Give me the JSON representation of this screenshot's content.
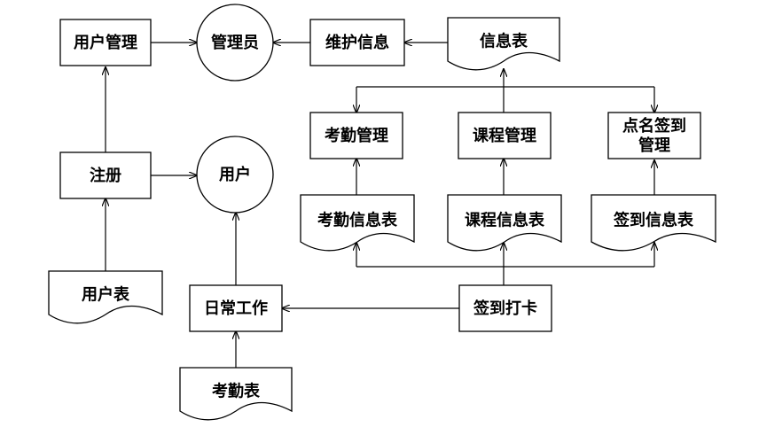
{
  "colors": {
    "stroke": "#000000",
    "background": "#ffffff"
  },
  "nodes": {
    "user_mgmt": {
      "shape": "box",
      "label": "用户管理"
    },
    "admin": {
      "shape": "circle",
      "label": "管理员"
    },
    "maintain_info": {
      "shape": "box",
      "label": "维护信息"
    },
    "info_table": {
      "shape": "document",
      "label": "信息表"
    },
    "attendance_mgmt": {
      "shape": "box",
      "label": "考勤管理"
    },
    "course_mgmt": {
      "shape": "box",
      "label": "课程管理"
    },
    "rollcall_mgmt": {
      "shape": "box",
      "label": "点名签到管理",
      "lines": [
        "点名签到",
        "管理"
      ]
    },
    "register": {
      "shape": "box",
      "label": "注册"
    },
    "user": {
      "shape": "circle",
      "label": "用户"
    },
    "attendance_info": {
      "shape": "document",
      "label": "考勤信息表"
    },
    "course_info": {
      "shape": "document",
      "label": "课程信息表"
    },
    "checkin_info": {
      "shape": "document",
      "label": "签到信息表"
    },
    "user_table": {
      "shape": "document",
      "label": "用户表"
    },
    "daily_work": {
      "shape": "box",
      "label": "日常工作"
    },
    "checkin_punch": {
      "shape": "box",
      "label": "签到打卡"
    },
    "attendance_table": {
      "shape": "document",
      "label": "考勤表"
    }
  },
  "edges": [
    {
      "from": "user_mgmt",
      "to": "admin"
    },
    {
      "from": "maintain_info",
      "to": "admin"
    },
    {
      "from": "info_table",
      "to": "maintain_info"
    },
    {
      "from": "info_table",
      "to": "attendance_mgmt"
    },
    {
      "from": "info_table",
      "to": "rollcall_mgmt"
    },
    {
      "from": "course_info",
      "to": "course_mgmt"
    },
    {
      "from": "course_info",
      "to": "info_table"
    },
    {
      "from": "attendance_info",
      "to": "attendance_mgmt"
    },
    {
      "from": "checkin_info",
      "to": "rollcall_mgmt"
    },
    {
      "from": "register",
      "to": "user_mgmt"
    },
    {
      "from": "register",
      "to": "user"
    },
    {
      "from": "user_table",
      "to": "register"
    },
    {
      "from": "daily_work",
      "to": "user"
    },
    {
      "from": "attendance_table",
      "to": "daily_work"
    },
    {
      "from": "checkin_punch",
      "to": "daily_work"
    },
    {
      "from": "checkin_punch",
      "to": "attendance_info"
    },
    {
      "from": "checkin_punch",
      "to": "course_info"
    },
    {
      "from": "checkin_punch",
      "to": "checkin_info"
    }
  ]
}
